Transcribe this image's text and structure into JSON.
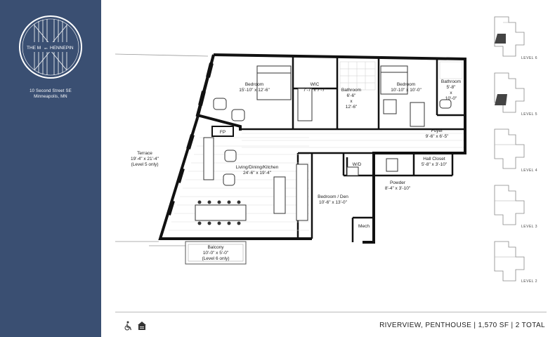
{
  "brand": {
    "logo_line1": "THE M",
    "logo_line_on": "on",
    "logo_line2": "HENNEPIN",
    "address_line1": "10 Second Street SE",
    "address_line2": "Minneapolis, MN",
    "sidebar_color": "#3a4f72"
  },
  "rooms": {
    "bedroom1": {
      "name": "Bedroom",
      "dims": "15'-10\" x 12'-6\""
    },
    "wic": {
      "name": "WIC",
      "dims": "7'-7\" x 7'-7\""
    },
    "bath1": {
      "name": "Bathroom",
      "dims1": "6'-6\"",
      "dims2": "x",
      "dims3": "12'-6\""
    },
    "bedroom2": {
      "name": "Bedroom",
      "dims": "10'-10\" x 10'-0\""
    },
    "bath2": {
      "name": "Bathroom",
      "dims1": "5'-8\"",
      "dims2": "x",
      "dims3": "10'-0\""
    },
    "fp": {
      "name": "FP"
    },
    "foyer": {
      "name": "Foyer",
      "dims": "9'-6\" x 6'-5\""
    },
    "terrace": {
      "name": "Terrace",
      "dims": "19'-4\" x 21'-4\"",
      "note": "(Level 5 only)"
    },
    "living": {
      "name": "Living/Dining/Kitchen",
      "dims": "24'-6\" x 19'-4\""
    },
    "wd": {
      "name": "W/D"
    },
    "hall_closet": {
      "name": "Hall Closet",
      "dims": "5'-8\" x 3'-10\""
    },
    "powder": {
      "name": "Powder",
      "dims": "8'-4\" x 3'-10\""
    },
    "den": {
      "name": "Bedroom / Den",
      "dims": "10'-6\" x 13'-0\""
    },
    "mech": {
      "name": "Mech"
    },
    "balcony": {
      "name": "Balcony",
      "dims": "10'-0\" x 5'-0\"",
      "note": "(Level 6 only)"
    }
  },
  "levels": [
    {
      "label": "LEVEL 6",
      "highlighted": true
    },
    {
      "label": "LEVEL 5",
      "highlighted": true
    },
    {
      "label": "LEVEL 4",
      "highlighted": false
    },
    {
      "label": "LEVEL 3",
      "highlighted": false
    },
    {
      "label": "LEVEL 2",
      "highlighted": false
    }
  ],
  "footer": {
    "unit_info": "RIVERVIEW, PENTHOUSE  |  1,570 SF  |  2 TOTAL",
    "icons": [
      "accessibility-icon",
      "equal-housing-icon"
    ]
  }
}
